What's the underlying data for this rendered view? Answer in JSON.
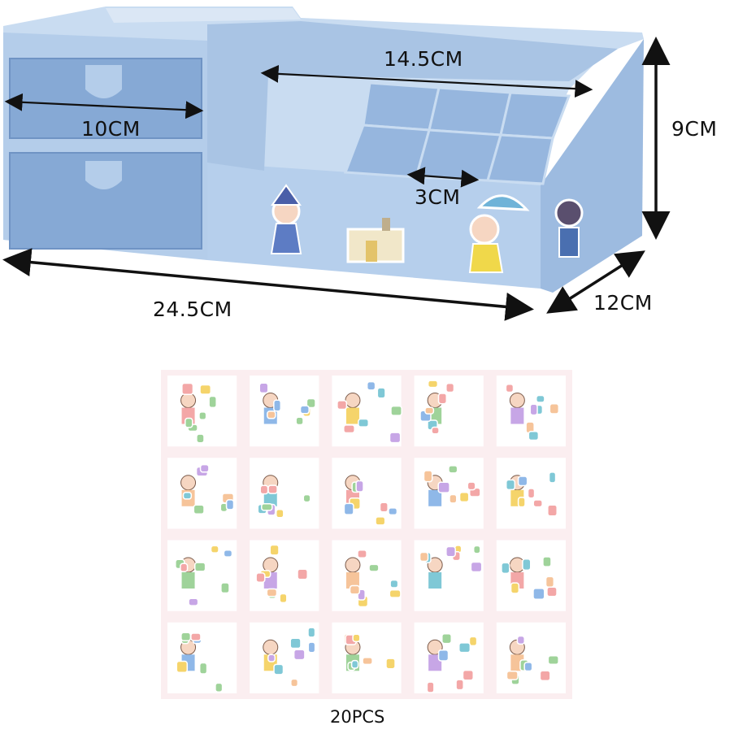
{
  "dimensions": {
    "inner_width": "14.5CM",
    "drawer_width": "10CM",
    "compartment_width": "3CM",
    "height": "9CM",
    "total_width": "24.5CM",
    "depth": "12CM"
  },
  "stickers": {
    "count_label": "20PCS",
    "rows": 4,
    "columns": 5
  },
  "colors": {
    "organizer_blue": "#a9c4e4",
    "organizer_light": "#c9dcf1",
    "organizer_shadow": "#8fb0d8",
    "drawer_blue": "#86a9d5",
    "sheet_background": "#fbeef0"
  }
}
